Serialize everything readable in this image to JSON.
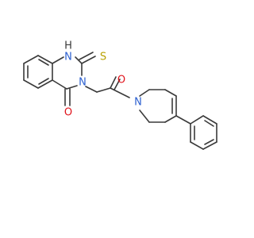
{
  "molecule": {
    "atoms": {
      "h": {
        "text": "H",
        "color": "#3a3a3a"
      },
      "n1": {
        "text": "N",
        "color": "#2a5fd0"
      },
      "s": {
        "text": "S",
        "color": "#b8a100"
      },
      "n3": {
        "text": "N",
        "color": "#2a5fd0"
      },
      "o4": {
        "text": "O",
        "color": "#e0141c"
      },
      "o_amide": {
        "text": "O",
        "color": "#e0141c"
      },
      "n_ring": {
        "text": "N",
        "color": "#2a5fd0"
      }
    }
  }
}
